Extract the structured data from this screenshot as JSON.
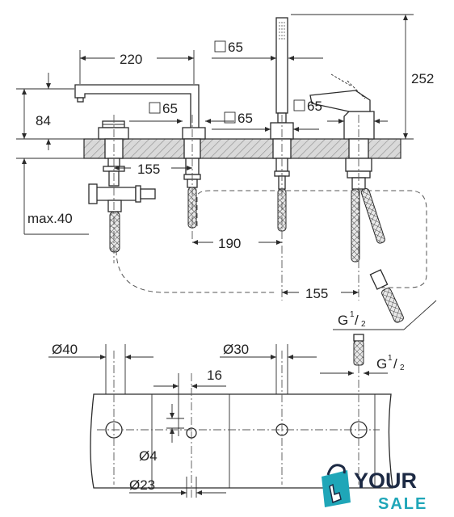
{
  "dimensions": {
    "spout_reach": "220",
    "spout_base_square": "65",
    "handshower_square": "65",
    "valve_square": "65",
    "handle_square": "65",
    "height_total": "252",
    "spout_height": "84",
    "max_deck": "max.40",
    "spacing_left": "155",
    "spacing_mid": "190",
    "spacing_right": "155",
    "thread_upper": "G",
    "thread_lower": "G",
    "thread_fraction_num": "1",
    "thread_fraction_den": "2",
    "hole_large_1": "Ø40",
    "hole_large_2": "Ø30",
    "hole_offset": "16",
    "hole_small": "Ø4",
    "hole_medium": "Ø23"
  },
  "square_symbol": "□",
  "logo": {
    "word1": "YOUR",
    "word2": "SALE",
    "colors": {
      "primary": "#1fa6b8",
      "dark": "#1d2a44"
    }
  }
}
